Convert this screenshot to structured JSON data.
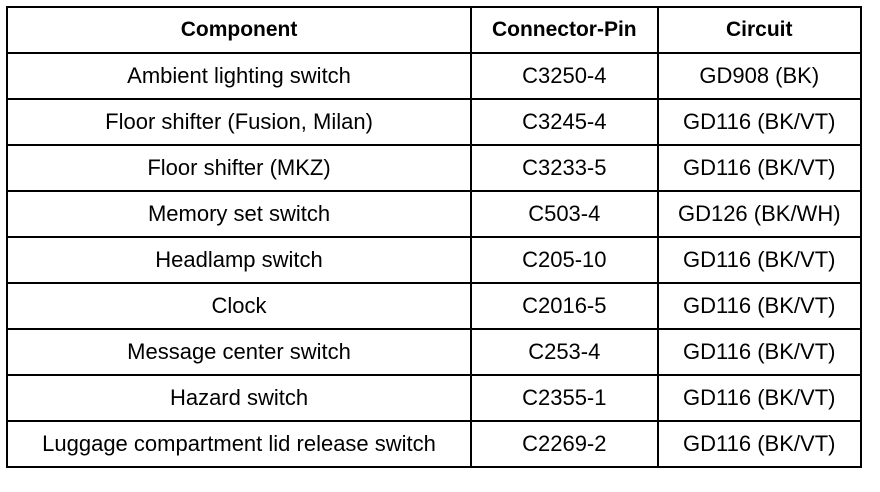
{
  "table": {
    "headers": [
      "Component",
      "Connector-Pin",
      "Circuit"
    ],
    "rows": [
      [
        "Ambient lighting switch",
        "C3250-4",
        "GD908 (BK)"
      ],
      [
        "Floor shifter (Fusion, Milan)",
        "C3245-4",
        "GD116 (BK/VT)"
      ],
      [
        "Floor shifter (MKZ)",
        "C3233-5",
        "GD116 (BK/VT)"
      ],
      [
        "Memory set switch",
        "C503-4",
        "GD126 (BK/WH)"
      ],
      [
        "Headlamp switch",
        "C205-10",
        "GD116 (BK/VT)"
      ],
      [
        "Clock",
        "C2016-5",
        "GD116 (BK/VT)"
      ],
      [
        "Message center switch",
        "C253-4",
        "GD116 (BK/VT)"
      ],
      [
        "Hazard switch",
        "C2355-1",
        "GD116 (BK/VT)"
      ],
      [
        "Luggage compartment lid release switch",
        "C2269-2",
        "GD116 (BK/VT)"
      ]
    ]
  }
}
